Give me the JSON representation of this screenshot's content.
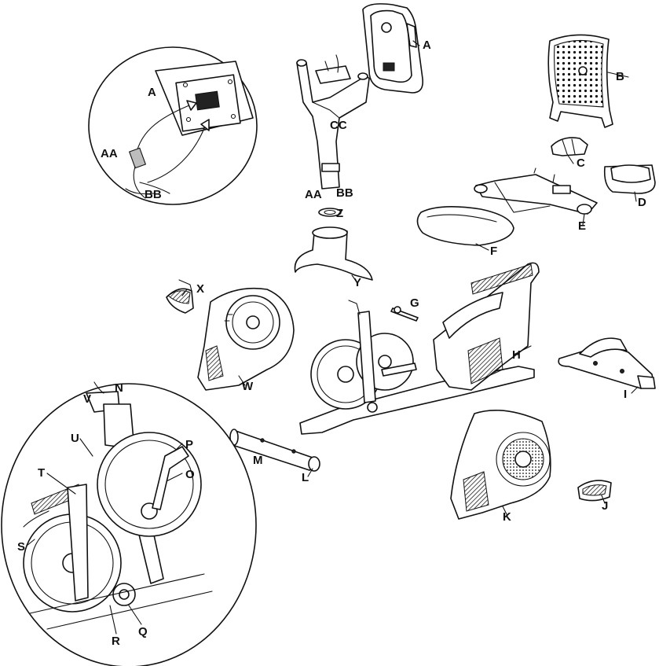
{
  "labels": {
    "A_console": "A",
    "A_detail": "A",
    "AA_detail": "AA",
    "BB_detail": "BB",
    "B": "B",
    "C": "C",
    "D": "D",
    "E": "E",
    "F": "F",
    "CC": "CC",
    "AA": "AA",
    "BB": "BB",
    "Z": "Z",
    "Y": "Y",
    "X": "X",
    "W": "W",
    "G": "G",
    "H": "H",
    "I": "I",
    "M": "M",
    "L": "L",
    "K": "K",
    "J": "J",
    "N": "N",
    "V": "V",
    "U": "U",
    "P": "P",
    "T": "T",
    "O": "O",
    "S": "S",
    "R": "R",
    "Q": "Q"
  },
  "colors": {
    "line": "#111111",
    "paper": "#ffffff",
    "fill_dark": "#222222",
    "fill_grey": "#bdbdbd"
  }
}
